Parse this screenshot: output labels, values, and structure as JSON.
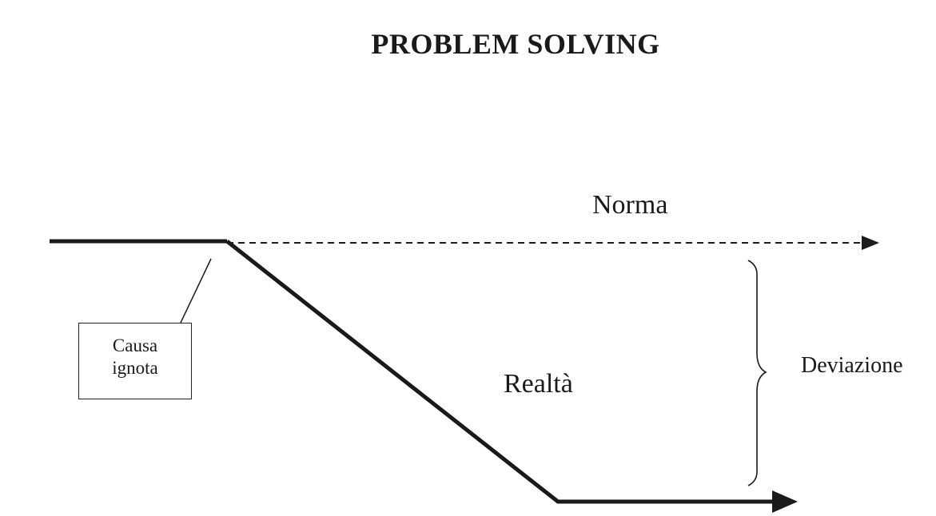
{
  "title": "PROBLEM SOLVING",
  "labels": {
    "norma": "Norma",
    "realta": "Realtà",
    "deviazione": "Deviazione"
  },
  "cause_box": {
    "line1": "Causa",
    "line2": "ignota"
  },
  "colors": {
    "line": "#1a1a1a",
    "background": "#ffffff"
  }
}
